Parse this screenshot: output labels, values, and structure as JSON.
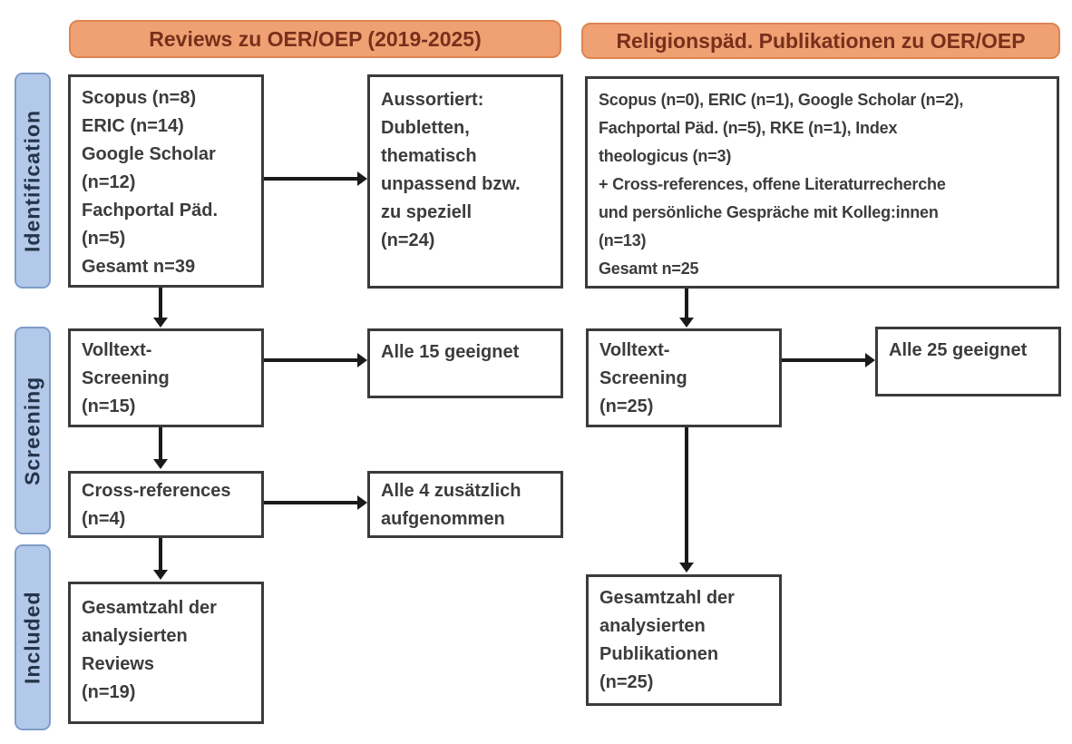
{
  "columns": {
    "reviews": {
      "header": "Reviews zu OER/OEP (2019-2025)"
    },
    "relpaed": {
      "header": "Religionspäd. Publikationen zu OER/OEP"
    }
  },
  "stages": {
    "identification": "Identification",
    "screening": "Screening",
    "included": "Included"
  },
  "boxes": {
    "sources_reviews": {
      "lines": [
        "Scopus (n=8)",
        "ERIC (n=14)",
        "Google Scholar",
        "(n=12)",
        "Fachportal Päd.",
        "(n=5)",
        "Gesamt n=39"
      ]
    },
    "excluded": {
      "lines": [
        "Aussortiert:",
        "Dubletten,",
        "thematisch",
        "unpassend bzw.",
        "zu speziell",
        "(n=24)"
      ]
    },
    "sources_relpaed": {
      "lines": [
        "Scopus (n=0), ERIC (n=1), Google Scholar (n=2),",
        "Fachportal Päd. (n=5), RKE (n=1), Index",
        "theologicus (n=3)",
        "+ Cross-references, offene Literaturrecherche",
        "und persönliche Gespräche mit Kolleg:innen",
        "(n=13)",
        "Gesamt n=25"
      ]
    },
    "volltext_reviews": {
      "lines": [
        "Volltext-",
        "Screening",
        "(n=15)"
      ]
    },
    "alle_15": {
      "label": "Alle 15 geeignet"
    },
    "volltext_relpaed": {
      "lines": [
        "Volltext-",
        "Screening",
        "(n=25)"
      ]
    },
    "alle_25": {
      "label": "Alle 25 geeignet"
    },
    "crossref": {
      "lines": [
        "Cross-references",
        "(n=4)"
      ]
    },
    "alle_4": {
      "lines": [
        "Alle 4 zusätzlich",
        "aufgenommen"
      ]
    },
    "included_reviews": {
      "lines": [
        "Gesamtzahl der",
        "analysierten",
        "Reviews",
        "(n=19)"
      ]
    },
    "included_relpaed": {
      "lines": [
        "Gesamtzahl der",
        "analysierten",
        "Publikationen",
        "(n=25)"
      ]
    }
  },
  "colors": {
    "orange_fill": "#f0a173",
    "orange_border": "#dd8552",
    "orange_text": "#78301c",
    "blue_fill": "#b3c9e9",
    "blue_border": "#7f9dc9",
    "blue_text": "#25344b",
    "box_border": "#3b3b3b",
    "box_text": "#3c3c3c",
    "arrow": "#1a1a1a"
  }
}
